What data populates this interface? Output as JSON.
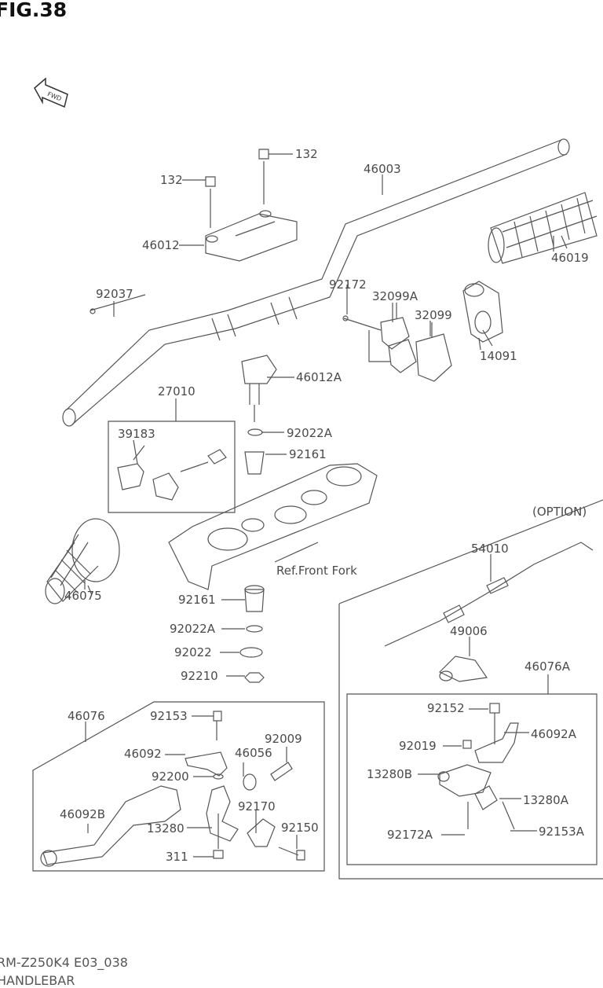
{
  "figure": {
    "title": "FIG.38",
    "fwd_icon": "fwd-arrow-icon",
    "fwd_text": "FWD"
  },
  "labels": {
    "l132a": "132",
    "l132b": "132",
    "l46003": "46003",
    "l46012": "46012",
    "l46019": "46019",
    "l92037": "92037",
    "l92172": "92172",
    "l32099A": "32099A",
    "l32099": "32099",
    "l14091": "14091",
    "l46012A": "46012A",
    "l27010": "27010",
    "l39183": "39183",
    "l92022Aa": "92022A",
    "l92161a": "92161",
    "option": "(OPTION)",
    "ref_front_fork": "Ref.Front Fork",
    "l54010": "54010",
    "l46075": "46075",
    "l92161b": "92161",
    "l92022Ab": "92022A",
    "l49006": "49006",
    "l92022": "92022",
    "l46076A": "46076A",
    "l92210": "92210",
    "l46076": "46076",
    "l92153": "92153",
    "l92152": "92152",
    "l46092A": "46092A",
    "l92009": "92009",
    "l46092": "46092",
    "l46056": "46056",
    "l92019": "92019",
    "l92200": "92200",
    "l13280B": "13280B",
    "l46092B": "46092B",
    "l92170": "92170",
    "l13280A": "13280A",
    "l13280": "13280",
    "l92150": "92150",
    "l92172A": "92172A",
    "l92153A": "92153A",
    "l311": "311"
  },
  "footer": {
    "code": "RM-Z250K4 E03_038",
    "name": "HANDLEBAR"
  },
  "colors": {
    "line": "#555555",
    "text": "#4a4a4a"
  }
}
